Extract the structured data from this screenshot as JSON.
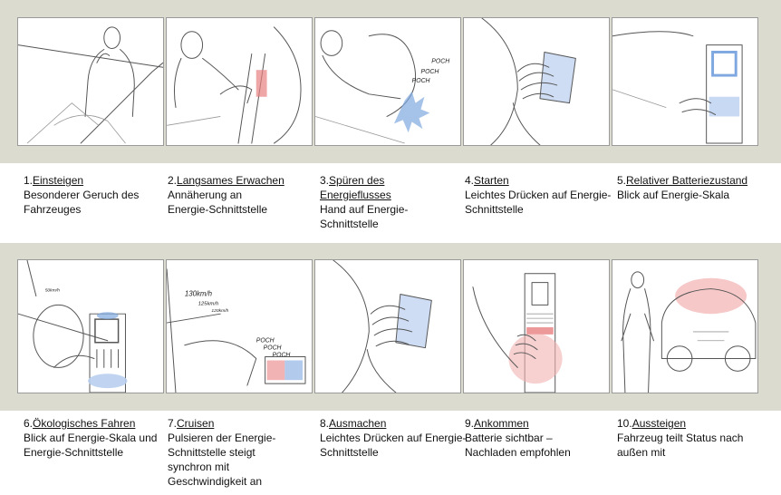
{
  "panels": [
    {
      "num": "1.",
      "title": "Einsteigen",
      "desc": "Besonderer Geruch des Fahrzeuges",
      "illustration": "man-entering-car"
    },
    {
      "num": "2.",
      "title": "Langsames Erwachen",
      "desc": "Annäherung an Energie-Schnittstelle",
      "illustration": "hand-approaching-interface"
    },
    {
      "num": "3.",
      "title": "Spüren des Energieflusses",
      "desc": "Hand auf Energie-Schnittstelle",
      "illustration": "hand-on-interface-pulsing"
    },
    {
      "num": "4.",
      "title": "Starten",
      "desc": "Leichtes Drücken auf Energie-Schnittstelle",
      "illustration": "hand-pressing-interface"
    },
    {
      "num": "5.",
      "title": "Relativer Batteriezustand",
      "desc": "Blick auf Energie-Skala",
      "illustration": "energy-scale-closeup"
    },
    {
      "num": "6.",
      "title": "Ökologisches Fahren",
      "desc": "Blick auf Energie-Skala und Energie-Schnittstelle",
      "illustration": "driver-looking-at-scale"
    },
    {
      "num": "7.",
      "title": "Cruisen",
      "desc": "Pulsieren der Energie-Schnittstelle steigt synchron mit Geschwindigkeit an",
      "illustration": "cruising-speed"
    },
    {
      "num": "8.",
      "title": "Ausmachen",
      "desc": "Leichtes Drücken auf Energie-Schnittstelle",
      "illustration": "hand-pressing-off"
    },
    {
      "num": "9.",
      "title": "Ankommen",
      "desc": "Batterie sichtbar – Nachladen empfohlen",
      "illustration": "battery-red-warning"
    },
    {
      "num": "10.",
      "title": "Aussteigen",
      "desc": "Fahrzeug teilt Status nach außen mit",
      "illustration": "man-leaving-car"
    }
  ],
  "sketch_text": {
    "poch": "POCH",
    "speed1": "130km/h",
    "speed2": "125km/h",
    "speed3": "120km/h",
    "speed_small": "50km/h"
  },
  "colors": {
    "band": "#dcdbd0",
    "pulse_blue": "#7fa8e0",
    "pulse_red": "#e88080"
  }
}
